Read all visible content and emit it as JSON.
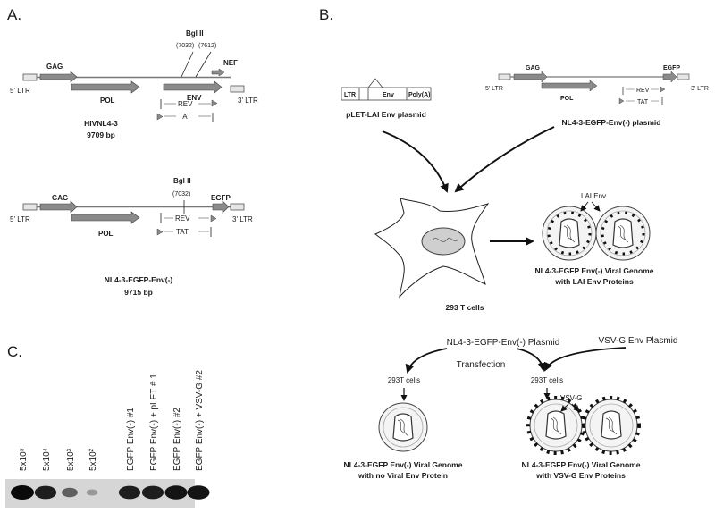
{
  "panels": {
    "a": "A.",
    "b": "B.",
    "c": "C."
  },
  "panel_a": {
    "top": {
      "ltr5": "5' LTR",
      "gag": "GAG",
      "pol": "POL",
      "bgl": "Bgl II",
      "site1": "(7032)",
      "site2": "(7612)",
      "nef": "NEF",
      "env": "ENV",
      "ltr3": "3' LTR",
      "rev": "REV",
      "tat": "TAT",
      "name": "HIVNL4-3",
      "size": "9709 bp"
    },
    "bottom": {
      "ltr5": "5' LTR",
      "gag": "GAG",
      "pol": "POL",
      "bgl": "Bgl II",
      "site": "(7032)",
      "egfp": "EGFP",
      "ltr3": "3' LTR",
      "rev": "REV",
      "tat": "TAT",
      "name": "NL4-3-EGFP-Env(-)",
      "size": "9715 bp"
    }
  },
  "panel_b": {
    "plet": {
      "ltr": "LTR",
      "env": "Env",
      "polya": "Poly(A)",
      "caption": "pLET-LAI Env plasmid"
    },
    "nl43": {
      "gag": "GAG",
      "egfp": "EGFP",
      "ltr5": "5' LTR",
      "ltr3": "3' LTR",
      "pol": "POL",
      "rev": "REV",
      "tat": "TAT",
      "caption": "NL4-3-EGFP-Env(-) plasmid"
    },
    "cell_label": "293 T cells",
    "lai_env": "LAI Env",
    "virion_caption_1": "NL4-3-EGFP Env(-) Viral Genome",
    "virion_caption_2": "with LAI Env Proteins",
    "plasmid_1": "NL4-3-EGFP-Env(-) Plasmid",
    "plasmid_2": "VSV-G Env Plasmid",
    "transfection": "Transfection",
    "cells_left": "293T cells",
    "cells_right": "293T cells",
    "vsvg": "VSV-G",
    "left_caption_1": "NL4-3-EGFP Env(-) Viral Genome",
    "left_caption_2": "with no Viral Env Protein",
    "right_caption_1": "NL4-3-EGFP Env(-) Viral Genome",
    "right_caption_2": "with VSV-G Env Proteins"
  },
  "panel_c": {
    "lanes": [
      {
        "label": "5x10⁵",
        "band": 1.0
      },
      {
        "label": "5x10⁴",
        "band": 0.9
      },
      {
        "label": "5x10³",
        "band": 0.55
      },
      {
        "label": "5x10²",
        "band": 0.25
      },
      {
        "label": "EGFP Env(-) #1",
        "band": 0.9
      },
      {
        "label": "EGFP Env(-) + pLET # 1",
        "band": 0.9
      },
      {
        "label": "EGFP Env(-) #2",
        "band": 0.95
      },
      {
        "label": "EGFP Env(-) + VSV-G #2",
        "band": 0.95
      }
    ]
  }
}
